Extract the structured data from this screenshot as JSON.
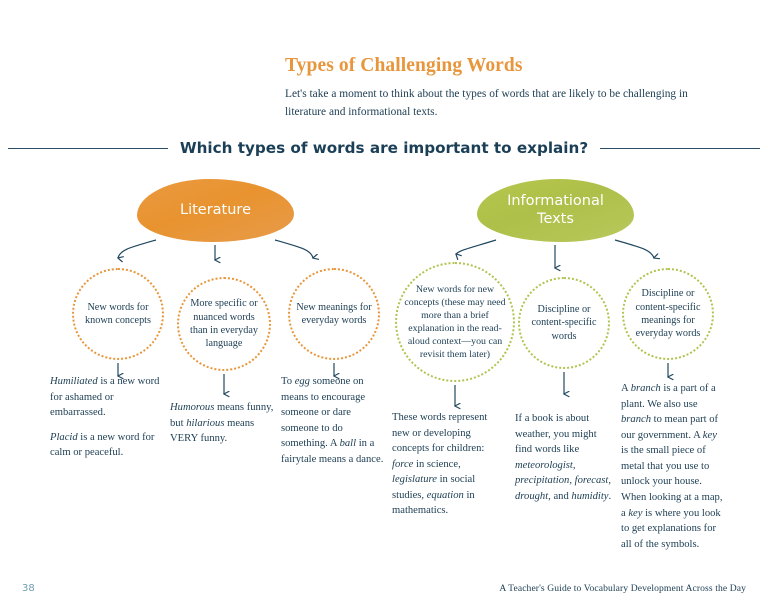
{
  "header": {
    "title": "Types of Challenging Words",
    "intro": "Let's take a moment to think about the types of words that are likely to be challenging in literature and informational texts.",
    "title_color": "#e8963c"
  },
  "banner": {
    "text": "Which types of words are important to explain?",
    "rule_color": "#2a4e67",
    "text_color": "#1b3f57"
  },
  "branches": [
    {
      "id": "literature",
      "label": "Literature",
      "color": "#e8932f",
      "dot_color": "#e8963c",
      "nodes": [
        {
          "circle": "New words for known concepts",
          "paragraphs": [
            "<i>Humiliated</i> is a new word for ashamed or embarrassed.",
            "<i>Placid</i> is a new word for calm or peaceful."
          ]
        },
        {
          "circle": "More specific or nuanced words than in everyday language",
          "paragraphs": [
            "<i>Humorous</i> means funny, but <i>hilarious</i> means VERY funny."
          ]
        },
        {
          "circle": "New meanings for everyday words",
          "paragraphs": [
            "To <i>egg</i> someone on means to encourage someone or dare someone to do something. A <i>ball</i> in a fairytale means a dance."
          ]
        }
      ]
    },
    {
      "id": "informational-texts",
      "label": "Informational Texts",
      "color": "#b3c24f",
      "dot_color": "#b3c24f",
      "nodes": [
        {
          "circle": "New words for new concepts (these may need more than a brief explanation in the read-aloud context—you can revisit them later)",
          "paragraphs": [
            "These words represent new or developing concepts for children: <i>force</i> in science, <i>legislature</i> in social studies, <i>equation</i> in mathematics."
          ]
        },
        {
          "circle": "Discipline or content-specific words",
          "paragraphs": [
            "If a book is about weather, you might find words like <i>meteorologist, precipitation, forecast, drought,</i> and <i>humidity</i>."
          ]
        },
        {
          "circle": "Discipline or content-specific meanings for everyday words",
          "paragraphs": [
            "A <i>branch</i> is a part of a plant. We also use <i>branch</i> to mean part of our government. A <i>key</i> is the small piece of metal that you use to unlock your house. When looking at a map, a <i>key</i> is where you look to get explanations for all of the symbols."
          ]
        }
      ]
    }
  ],
  "footer": {
    "page_number": "38",
    "running_head": "A Teacher's Guide to Vocabulary Development Across the Day",
    "page_number_color": "#6f9fb0"
  }
}
